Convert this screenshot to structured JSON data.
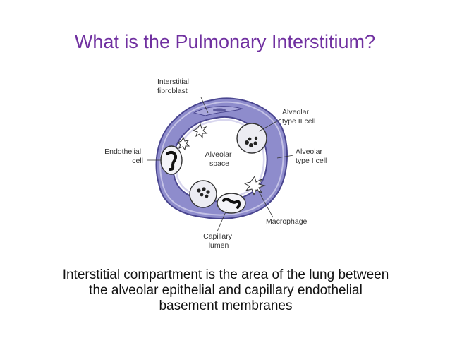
{
  "slide": {
    "title": "What is the Pulmonary Interstitium?",
    "body_lines": [
      "Interstitial compartment is  the area of the lung between",
      "the alveolar epithelial and capillary endothelial",
      "basement membranes"
    ]
  },
  "diagram": {
    "labels": {
      "fibroblast": [
        "Interstitial",
        "fibroblast"
      ],
      "type2": [
        "Alveolar",
        "type II cell"
      ],
      "endothelial": [
        "Endothelial",
        "cell"
      ],
      "space": [
        "Alveolar",
        "space"
      ],
      "type1": [
        "Alveolar",
        "type I cell"
      ],
      "macrophage": [
        "Macrophage"
      ],
      "capillary": [
        "Capillary",
        "lumen"
      ]
    },
    "colors": {
      "title": "#7030a0",
      "ring_fill": "#8e8ccc",
      "ring_stroke": "#4a4690",
      "cell_fill": "#ececf2",
      "nucleus": "#222222"
    }
  }
}
